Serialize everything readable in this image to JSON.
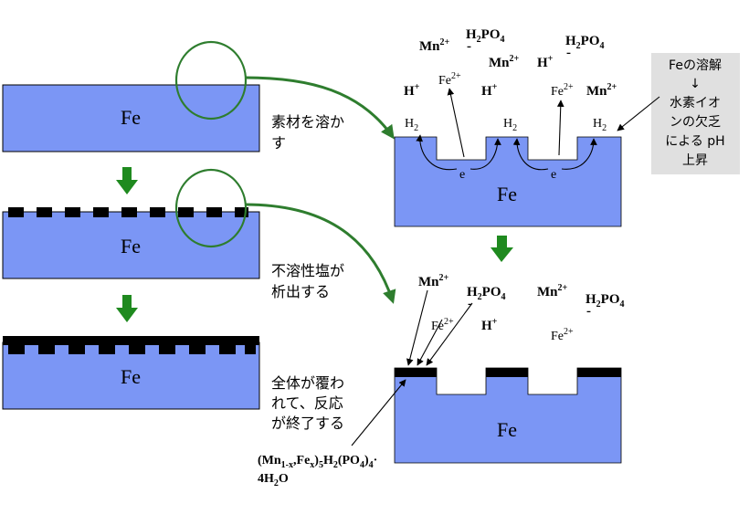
{
  "colors": {
    "metal": "#7b96f5",
    "coating": "#000000",
    "circle": "#2e7d2e",
    "step_arrow": "#1f8a1f",
    "note_bg": "#e0e0e0"
  },
  "metal_label": "Fe",
  "captions": {
    "step1": [
      "素材を溶か",
      "す"
    ],
    "step2": [
      "不溶性塩が",
      "析出する"
    ],
    "step3": [
      "全体が覆わ",
      "れて、反応",
      "が終了する"
    ]
  },
  "ions": {
    "mn": "Mn",
    "mn_charge": "2+",
    "h2po4_pre": "H",
    "h2po4_sub": "2",
    "h2po4_post": "PO",
    "h2po4_sub4": "4",
    "h2po4_minus": "-",
    "h": "H",
    "h_charge": "+",
    "fe": "Fe",
    "fe_charge": "2+",
    "h2_pre": "H",
    "h2_sub": "2",
    "electron": "e"
  },
  "note_box": {
    "line1": "Feの溶解",
    "arrow": "↓",
    "line2": "水素イオ",
    "line3": "ンの欠乏",
    "line4": "による pH",
    "line5": "上昇"
  },
  "product_formula": {
    "p1": "(Mn",
    "s1": "1-x",
    "p2": ",Fe",
    "s2": "x",
    "p3": ")",
    "s3": "5",
    "p4": "H",
    "s4": "2",
    "p5": "(PO",
    "s5": "4",
    "p6": ")",
    "s6": "4",
    "p7": "·",
    "line2": "4H",
    "line2_sub": "2",
    "line2_end": "O"
  }
}
